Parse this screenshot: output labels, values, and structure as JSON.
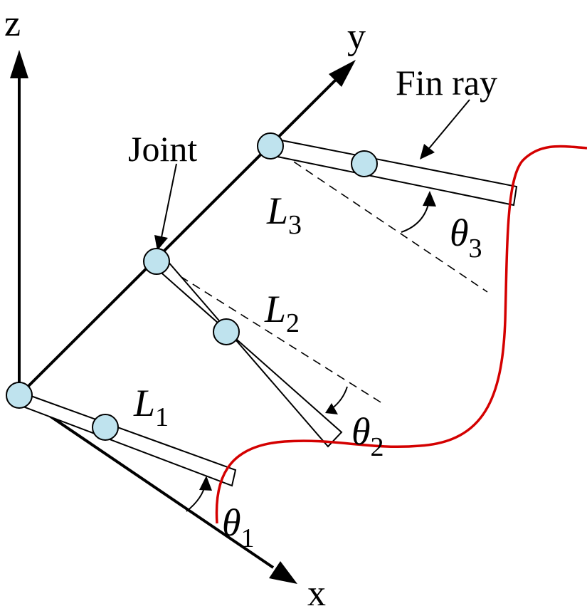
{
  "axes": {
    "x": "x",
    "y": "y",
    "z": "z"
  },
  "labels": {
    "joint": "Joint",
    "fin_ray": "Fin ray",
    "l1": {
      "main": "L",
      "sub": "1"
    },
    "l2": {
      "main": "L",
      "sub": "2"
    },
    "l3": {
      "main": "L",
      "sub": "3"
    },
    "theta1": {
      "main": "θ",
      "sub": "1"
    },
    "theta2": {
      "main": "θ",
      "sub": "2"
    },
    "theta3": {
      "main": "θ",
      "sub": "3"
    }
  },
  "colors": {
    "joint_fill": "#bfe3ee",
    "fin_curve": "#d40000",
    "lines": "#000000"
  }
}
